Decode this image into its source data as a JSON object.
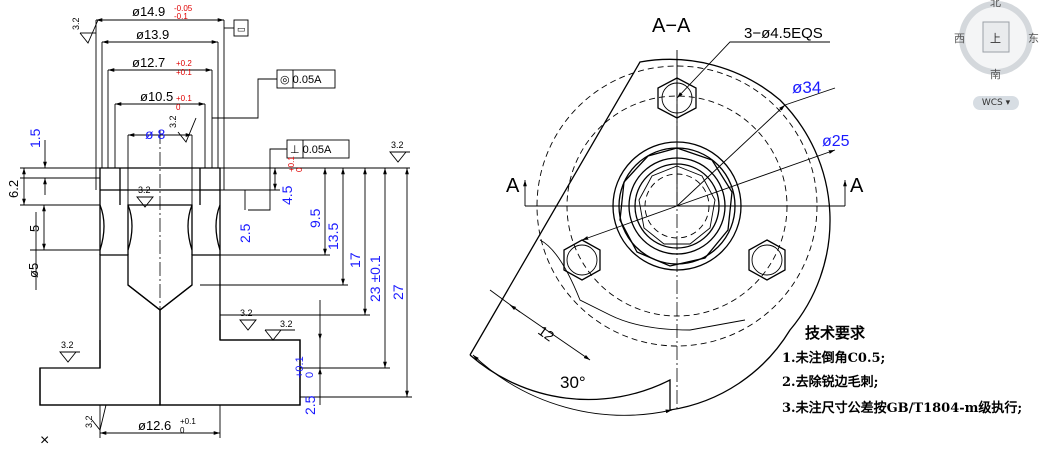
{
  "left_view": {
    "dims_top": [
      "ø14.9",
      "ø13.9",
      "ø12.7",
      "ø10.5",
      "ø 8"
    ],
    "tol_14_9": [
      "-0.05",
      "-0.1"
    ],
    "tol_12_7": [
      "+0.2",
      "+0.1"
    ],
    "tol_10_5": [
      "+0.1",
      "0"
    ],
    "flat_box": "▭",
    "coax_box": "◎ 0.05A",
    "perp_box": "⊥ 0.05A",
    "left_dims": [
      "1.5",
      "6.2",
      "5",
      "ø5"
    ],
    "right_dims": [
      "4.5",
      "2.5",
      "9.5",
      "13.5",
      "17",
      "23 ±0.1",
      "27",
      "2.5"
    ],
    "tol_4_5": [
      "+0.1",
      "0"
    ],
    "tol_2_5": [
      "+0.1",
      "0"
    ],
    "bottom_dim": "ø12.6",
    "tol_12_6": [
      "+0.1",
      "0"
    ],
    "roughness": [
      "3.2",
      "3.2",
      "3.2",
      "3.2",
      "3.2",
      "3.2",
      "3.2",
      "3.2"
    ],
    "cross_mark": "×"
  },
  "right_view": {
    "section_label": "A−A",
    "hole_note": "3−ø4.5EQS",
    "dia_34": "ø34",
    "dia_25": "ø25",
    "arrow_a_left": "A",
    "arrow_a_right": "A",
    "dim_12": "12",
    "angle_30": "30°"
  },
  "notes": {
    "title": "技术要求",
    "items": [
      "1.未注倒角C0.5;",
      "2.去除锐边毛刺;",
      "3.未注尺寸公差按GB/T1804-m级执行;"
    ]
  },
  "viewcube": {
    "north_top": "北",
    "west": "西",
    "east": "东",
    "south": "南",
    "face": "上",
    "wcs": "WCS ▾"
  }
}
